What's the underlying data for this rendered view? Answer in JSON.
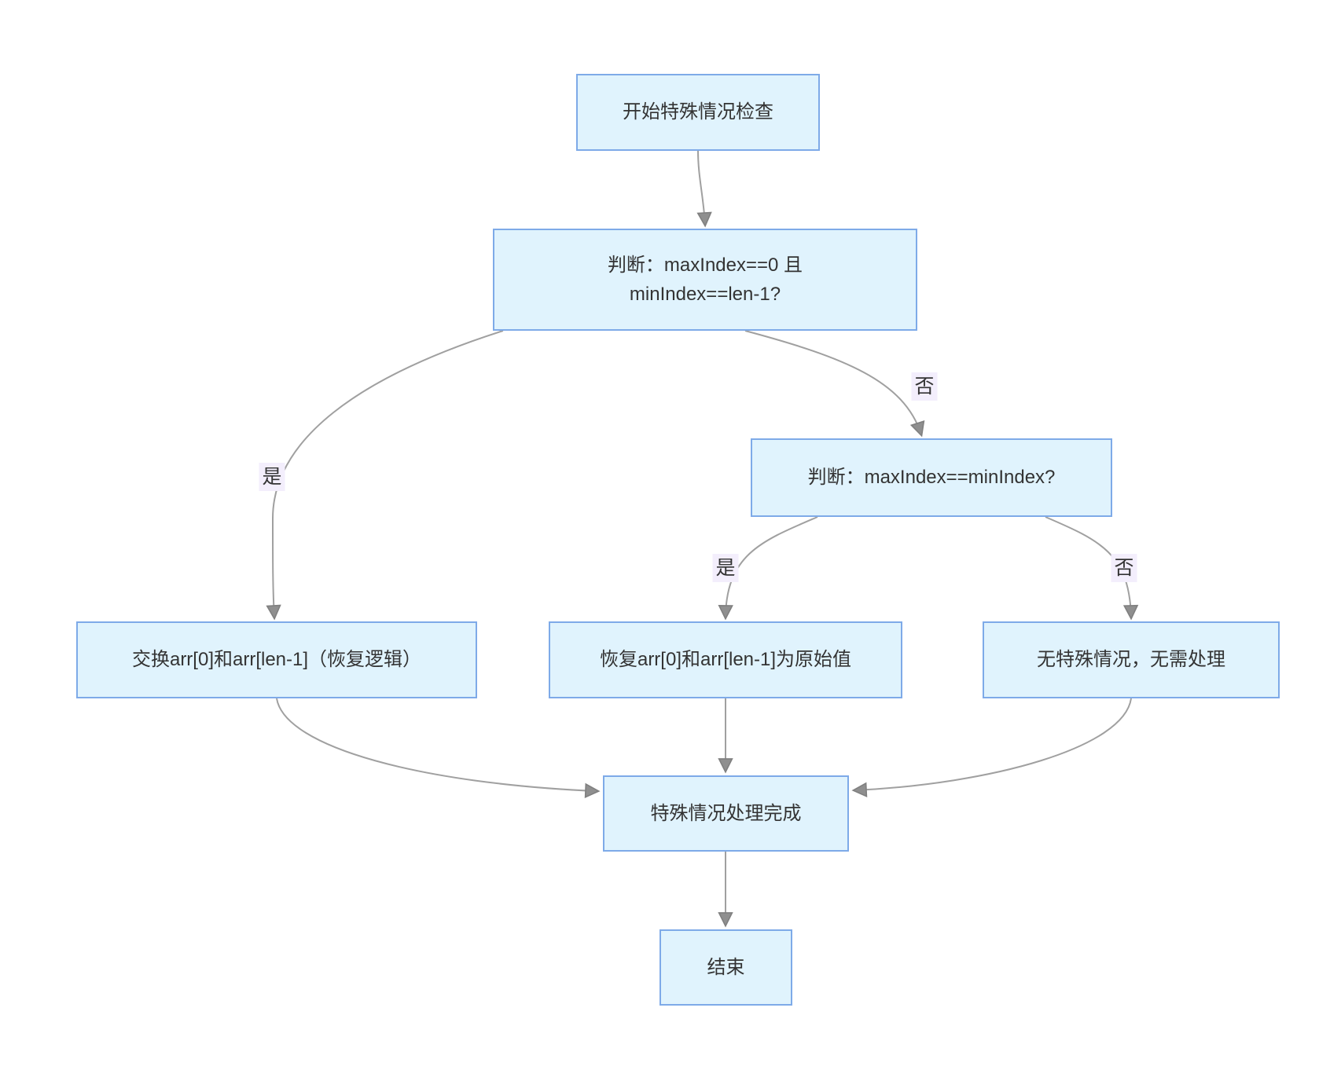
{
  "diagram": {
    "type": "flowchart",
    "colors": {
      "background": "#ffffff",
      "node_fill": "#e0f3fd",
      "node_border": "#7eaae8",
      "edge": "#a0a0a0",
      "arrowhead": "#8f8f8f",
      "edge_label_bg": "#f3eefc",
      "text": "#333333"
    },
    "nodes": {
      "start": {
        "label": "开始特殊情况检查"
      },
      "check_special": {
        "line1": "判断：maxIndex==0 且",
        "line2": "minIndex==len-1?"
      },
      "check_equal": {
        "label": "判断：maxIndex==minIndex?"
      },
      "swap_restore": {
        "label": "交换arr[0]和arr[len-1]（恢复逻辑）"
      },
      "restore_original": {
        "label": "恢复arr[0]和arr[len-1]为原始值"
      },
      "no_special": {
        "label": "无特殊情况，无需处理"
      },
      "handled": {
        "label": "特殊情况处理完成"
      },
      "end": {
        "label": "结束"
      }
    },
    "edge_labels": {
      "yes1": "是",
      "no1": "否",
      "yes2": "是",
      "no2": "否"
    }
  }
}
